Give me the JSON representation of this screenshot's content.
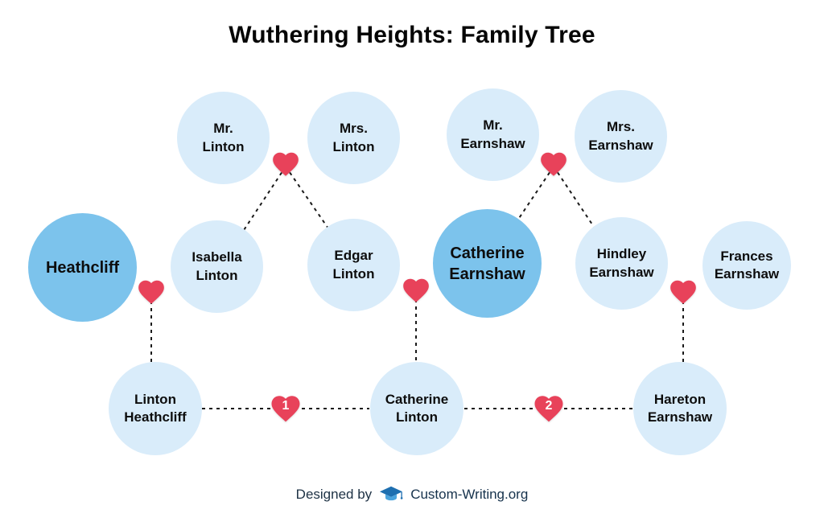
{
  "title": "Wuthering Heights: Family Tree",
  "colors": {
    "background": "#ffffff",
    "circle_light": "#d9ecfa",
    "circle_dark": "#7cc3ec",
    "heart": "#e8425a",
    "line": "#1a1a1a",
    "text": "#0d0d0d"
  },
  "icons": {
    "heart": "♥",
    "logo": "graduation-cap"
  },
  "nodes": {
    "mr_linton": {
      "line1": "Mr.",
      "line2": "Linton"
    },
    "mrs_linton": {
      "line1": "Mrs.",
      "line2": "Linton"
    },
    "mr_earnshaw": {
      "line1": "Mr.",
      "line2": "Earnshaw"
    },
    "mrs_earnshaw": {
      "line1": "Mrs.",
      "line2": "Earnshaw"
    },
    "heathcliff": {
      "line1": "Heathcliff",
      "line2": ""
    },
    "isabella_linton": {
      "line1": "Isabella",
      "line2": "Linton"
    },
    "edgar_linton": {
      "line1": "Edgar",
      "line2": "Linton"
    },
    "catherine_earnshaw": {
      "line1": "Catherine",
      "line2": "Earnshaw"
    },
    "hindley_earnshaw": {
      "line1": "Hindley",
      "line2": "Earnshaw"
    },
    "frances_earnshaw": {
      "line1": "Frances",
      "line2": "Earnshaw"
    },
    "linton_heathcliff": {
      "line1": "Linton",
      "line2": "Heathcliff"
    },
    "catherine_linton": {
      "line1": "Catherine",
      "line2": "Linton"
    },
    "hareton_earnshaw": {
      "line1": "Hareton",
      "line2": "Earnshaw"
    }
  },
  "marriage_numbers": {
    "first": "1",
    "second": "2"
  },
  "footer": {
    "designed_by": "Designed by",
    "brand": "Custom-Writing.org"
  }
}
